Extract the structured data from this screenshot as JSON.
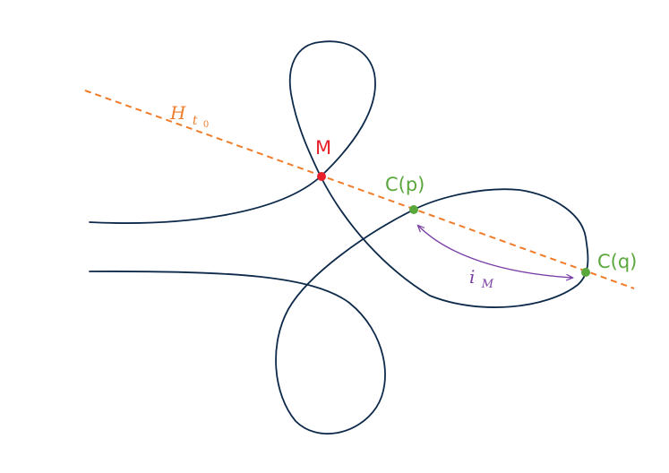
{
  "colors": {
    "curve": "#0d2a4a",
    "hyperplane": "#f07c2a",
    "point_M": "#e8202a",
    "points_pq": "#5aa83c",
    "arc": "#7a3fa6",
    "background": "#ffffff"
  },
  "labels": {
    "hyperplane_main": "H",
    "hyperplane_sub": "t",
    "hyperplane_subsub": "0",
    "point_M": "M",
    "point_p": "C(p)",
    "point_q": "C(q)",
    "arc_main": "i",
    "arc_sub": "M"
  }
}
